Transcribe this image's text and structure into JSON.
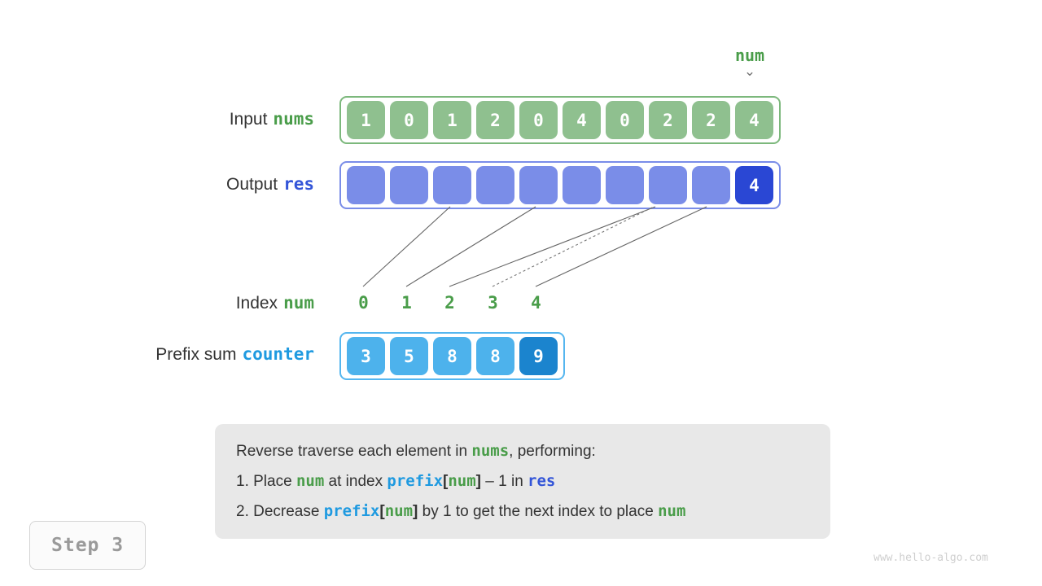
{
  "labels": {
    "input": {
      "text": "Input",
      "var": "nums"
    },
    "output": {
      "text": "Output",
      "var": "res"
    },
    "index": {
      "text": "Index",
      "var": "num"
    },
    "prefix": {
      "text": "Prefix sum",
      "var": "counter"
    }
  },
  "pointer": {
    "label": "num",
    "arrow": "⌄"
  },
  "arrays": {
    "nums": {
      "values": [
        "1",
        "0",
        "1",
        "2",
        "0",
        "4",
        "0",
        "2",
        "2",
        "4"
      ],
      "highlight_index": -1
    },
    "res": {
      "values": [
        "",
        "",
        "",
        "",
        "",
        "",
        "",
        "",
        "",
        "4"
      ],
      "highlight_index": 9
    },
    "counter": {
      "values": [
        "3",
        "5",
        "8",
        "8",
        "9"
      ],
      "highlight_index": 4
    }
  },
  "index_row": [
    "0",
    "1",
    "2",
    "3",
    "4"
  ],
  "explanation": {
    "line0": {
      "a": "Reverse traverse each element in ",
      "nums": "nums",
      "b": ", performing:"
    },
    "line1": {
      "a": "1. Place ",
      "num": "num",
      "b": " at index ",
      "prefix": "prefix",
      "lb": "[",
      "num2": "num",
      "rb": "]",
      "c": " – 1 in ",
      "res": "res"
    },
    "line2": {
      "a": "2. Decrease ",
      "prefix": "prefix",
      "lb": "[",
      "num": "num",
      "rb": "]",
      "b": " by 1 to get the next index to place ",
      "num2": "num"
    }
  },
  "step_badge": "Step 3",
  "watermark": "www.hello-algo.com",
  "colors": {
    "green": "#8fc08f",
    "green_text": "#4a9d4a",
    "blue": "#7a8de8",
    "blue_highlight": "#2a47d4",
    "lblue": "#4db2ec",
    "lblue_highlight": "#1b84ce",
    "connector": "#666666"
  }
}
